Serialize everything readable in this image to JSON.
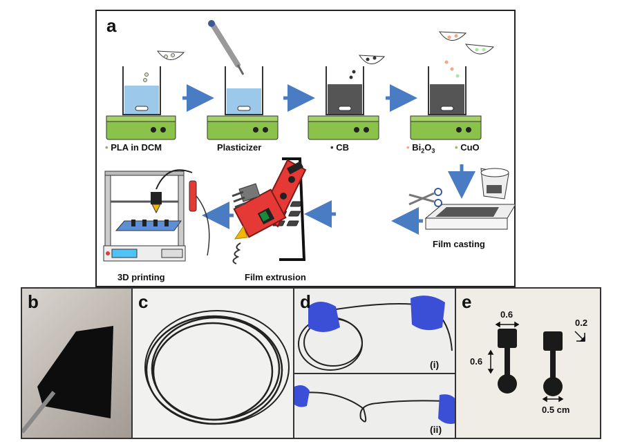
{
  "panel_a": {
    "letter": "a",
    "steps": {
      "pla": "PLA in DCM",
      "plasticizer": "Plasticizer",
      "cb": "CB",
      "bi2o3_base": "Bi",
      "bi2o3_sub1": "2",
      "bi2o3_mid": "O",
      "bi2o3_sub2": "3",
      "cuo": "CuO",
      "film_casting": "Film casting",
      "film_extrusion": "Film extrusion",
      "printing": "3D printing"
    }
  },
  "panel_b": {
    "letter": "b"
  },
  "panel_c": {
    "letter": "c"
  },
  "panel_d": {
    "letter": "d",
    "label_i": "(i)",
    "label_ii": "(ii)"
  },
  "panel_e": {
    "letter": "e",
    "dim_top": "0.6",
    "dim_left": "0.6",
    "dim_thickness": "0.2",
    "dim_bottom": "0.5 cm"
  },
  "colors": {
    "arrow": "#4a7cc4",
    "hotplate": "#8bc34a",
    "extruder": "#e53935",
    "solution_clear": "#9cc9ea",
    "solution_dark": "#555555"
  }
}
